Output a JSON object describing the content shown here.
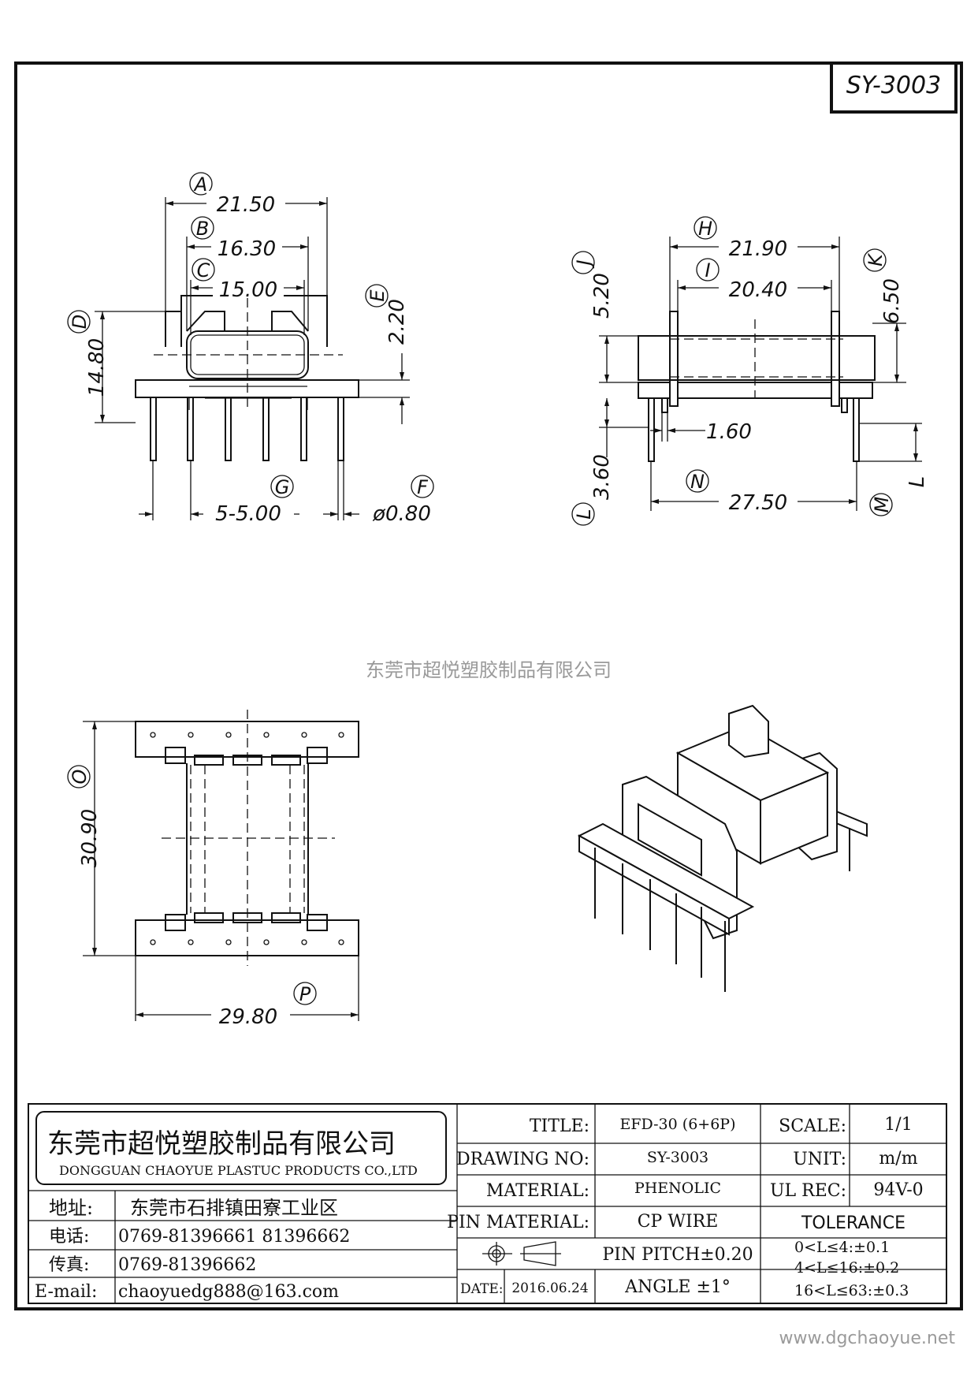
{
  "part_number": "SY-3003",
  "watermark": "东莞市超悦塑胶制品有限公司",
  "website": "www.dgchaoyue.net",
  "front_view": {
    "A": {
      "letter": "A",
      "value": "21.50"
    },
    "B": {
      "letter": "B",
      "value": "16.30"
    },
    "C": {
      "letter": "C",
      "value": "15.00"
    },
    "D": {
      "letter": "D",
      "value": "14.80"
    },
    "E": {
      "letter": "E",
      "value": "2.20"
    },
    "F": {
      "letter": "F",
      "value": "ø0.80"
    },
    "G": {
      "letter": "G",
      "value": "5-5.00"
    }
  },
  "side_view": {
    "H": {
      "letter": "H",
      "value": "21.90"
    },
    "I": {
      "letter": "I",
      "value": "20.40"
    },
    "J": {
      "letter": "J",
      "value": "5.20"
    },
    "K": {
      "letter": "K",
      "value": "6.50"
    },
    "L": {
      "letter": "L",
      "value": "3.60"
    },
    "M": {
      "letter": "M",
      "value": "L"
    },
    "N": {
      "letter": "N",
      "value": "27.50"
    },
    "pin_offset": "1.60"
  },
  "top_view": {
    "O": {
      "letter": "O",
      "value": "30.90"
    },
    "P": {
      "letter": "P",
      "value": "29.80"
    }
  },
  "title_block": {
    "company_cn": "东莞市超悦塑胶制品有限公司",
    "company_en": "DONGGUAN CHAOYUE PLASTUC PRODUCTS CO.,LTD",
    "address_label": "地址:",
    "address": "东莞市石排镇田寮工业区",
    "phone_label": "电话:",
    "phone": "0769-81396661  81396662",
    "fax_label": "传真:",
    "fax": "0769-81396662",
    "email_label": "E-mail:",
    "email": "chaoyuedg888@163.com",
    "title_label": "TITLE:",
    "title_value": "EFD-30 (6+6P)",
    "drawing_no_label": "DRAWING NO:",
    "drawing_no_value": "SY-3003",
    "material_label": "MATERIAL:",
    "material_value": "PHENOLIC",
    "pin_material_label": "PIN MATERIAL:",
    "pin_material_value": "CP WIRE",
    "pin_pitch": "PIN PITCH±0.20",
    "angle": "ANGLE  ±1°",
    "date_label": "DATE:",
    "date_value": "2016.06.24",
    "scale_label": "SCALE:",
    "scale_value": "1/1",
    "unit_label": "UNIT:",
    "unit_value": "m/m",
    "ul_rec_label": "UL REC:",
    "ul_rec_value": "94V-0",
    "tolerance_title": "TOLERANCE",
    "tolerance_1": "0<L≤4:±0.1",
    "tolerance_2": "4<L≤16:±0.2",
    "tolerance_3": "16<L≤63:±0.3"
  }
}
